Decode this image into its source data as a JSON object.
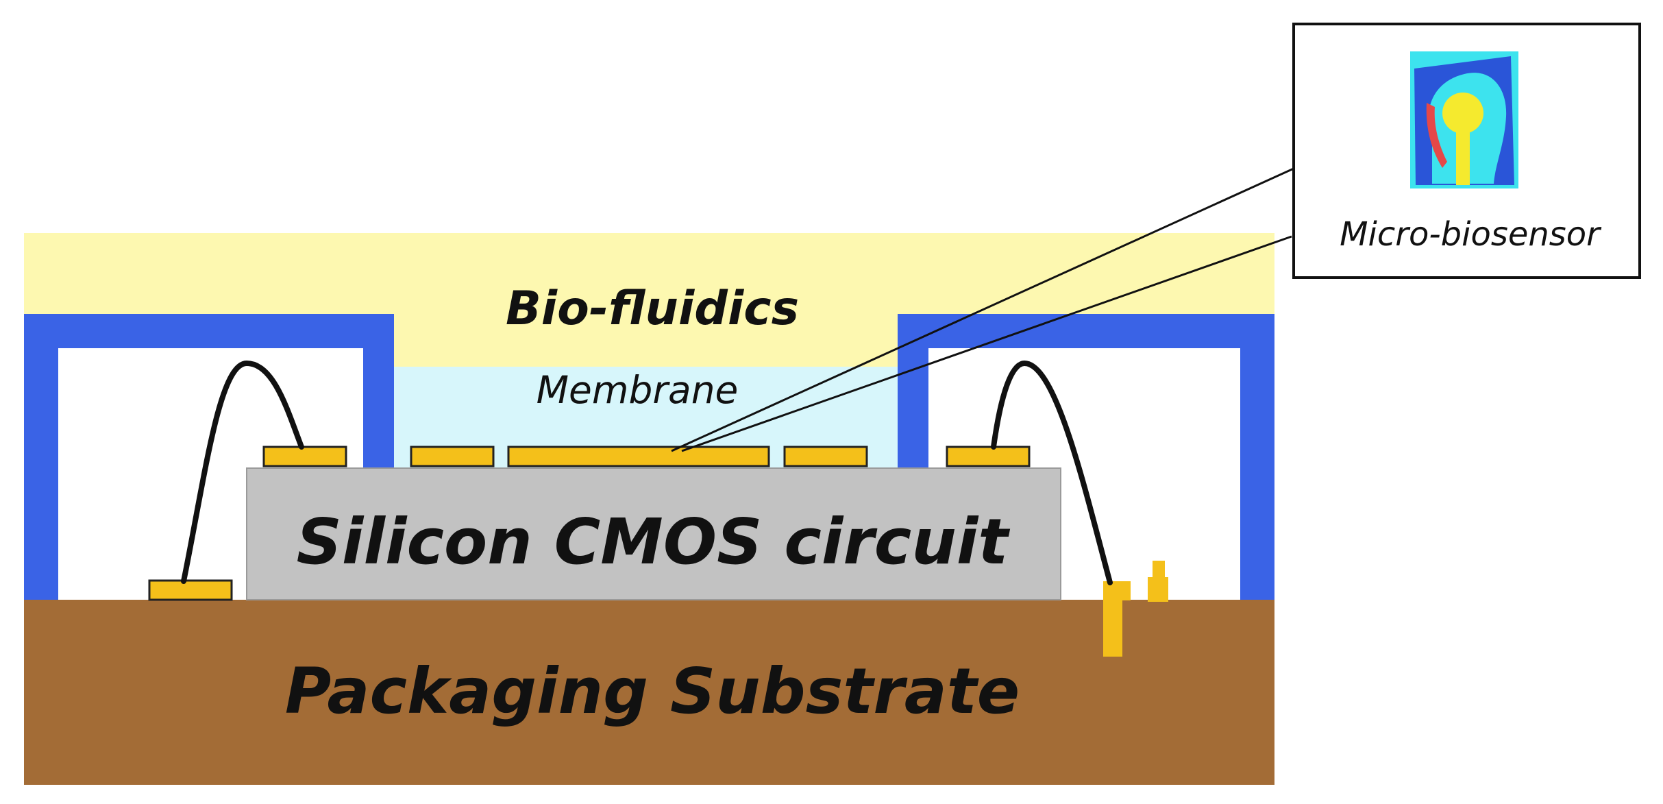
{
  "labels": {
    "bio_fluidics": "Bio-fluidics",
    "membrane": "Membrane",
    "silicon_cmos": "Silicon CMOS circuit",
    "packaging_substrate": "Packaging Substrate",
    "micro_biosensor": "Micro-biosensor"
  },
  "colors": {
    "bio_fluidics": "#fdf8b0",
    "membrane": "#d7f6fb",
    "blue_wall": "#3a63e6",
    "silicon": "#c2c2c2",
    "substrate": "#a36c36",
    "gold": "#f4c01a",
    "wire": "#111111",
    "inset_cyan": "#3de3ee"
  }
}
